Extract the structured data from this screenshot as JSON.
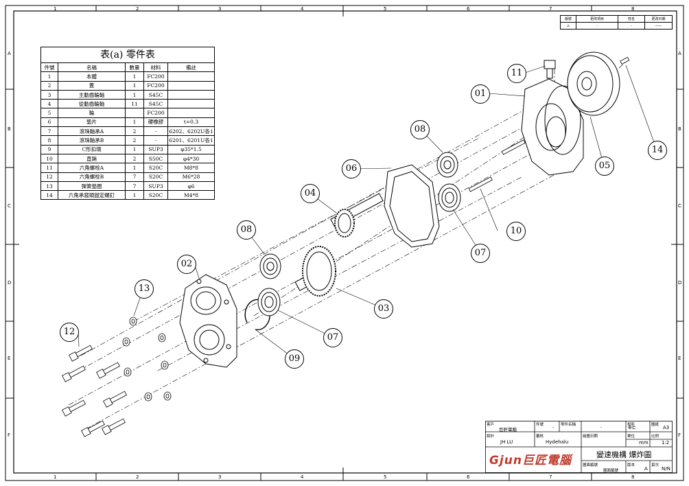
{
  "parts_table": {
    "title": "表(a)  零件表",
    "headers": [
      "件號",
      "名稱",
      "數量",
      "材料",
      "備註"
    ],
    "rows": [
      [
        "1",
        "本體",
        "1",
        "FC200",
        ""
      ],
      [
        "2",
        "蓋",
        "1",
        "FC200",
        ""
      ],
      [
        "3",
        "主動齒輪軸",
        "1",
        "S45C",
        ""
      ],
      [
        "4",
        "從動齒輪軸",
        "11",
        "S45C",
        ""
      ],
      [
        "5",
        "輪",
        "",
        "FC200",
        ""
      ],
      [
        "6",
        "墊片",
        "1",
        "硬橡膠",
        "t=0.3"
      ],
      [
        "7",
        "滾珠軸承A",
        "2",
        "-",
        "6202、6202U各1"
      ],
      [
        "8",
        "滾珠軸承B",
        "2",
        "-",
        "6201、6201U各1"
      ],
      [
        "9",
        "C形扣環",
        "1",
        "SUP3",
        "φ35*1.5"
      ],
      [
        "10",
        "直銷",
        "2",
        "S50C",
        "φ4*30"
      ],
      [
        "11",
        "六角螺栓A",
        "1",
        "S20C",
        "M8*8"
      ],
      [
        "12",
        "六角螺栓B",
        "7",
        "S20C",
        "M6*28"
      ],
      [
        "13",
        "彈簧墊圈",
        "7",
        "SUP3",
        "φ6"
      ],
      [
        "14",
        "六角承窩頭固定螺釘",
        "1",
        "S20C",
        "M4*8"
      ]
    ]
  },
  "balloons": {
    "b01": "01",
    "b02": "02",
    "b03": "03",
    "b04": "04",
    "b05": "05",
    "b06": "06",
    "b07a": "07",
    "b07b": "07",
    "b08a": "08",
    "b08b": "08",
    "b09": "09",
    "b10": "10",
    "b11": "11",
    "b12": "12",
    "b13": "13",
    "b14": "14"
  },
  "revision_table": {
    "headers": [
      "版號",
      "更改項目",
      "姓名",
      "更改日期"
    ],
    "row": [
      "⚠",
      "-",
      "-",
      "——"
    ]
  },
  "title_block": {
    "customer_label": "客戶",
    "customer": "巨匠電腦",
    "part_no_label": "件號",
    "part_no": "-",
    "part_name_label": "零件名稱",
    "part_name": "-",
    "projection_label": "投影",
    "sheet_size_label": "圖紙",
    "sheet_size": "A3",
    "designer_label": "設計",
    "designer": "JH LU",
    "checker_label": "審核",
    "checker": "Hydehalu",
    "draw_date_label": "繪圖日期",
    "unit_label": "單位",
    "unit": "mm",
    "scale_label": "比例",
    "scale": "1:2",
    "drawing_title": "變速機構  爆炸圖",
    "logo_text": "Gjun巨匠電腦",
    "drawing_no_label": "圖面編號",
    "drawing_no_label2": "圖面編號",
    "version_label": "版本",
    "version": "A",
    "page_label": "頁次",
    "page": "N/N"
  },
  "zones": {
    "cols": [
      "1",
      "2",
      "3",
      "4",
      "5",
      "6",
      "7",
      "8"
    ],
    "rows": [
      "A",
      "B",
      "C",
      "D",
      "E",
      "F"
    ]
  }
}
